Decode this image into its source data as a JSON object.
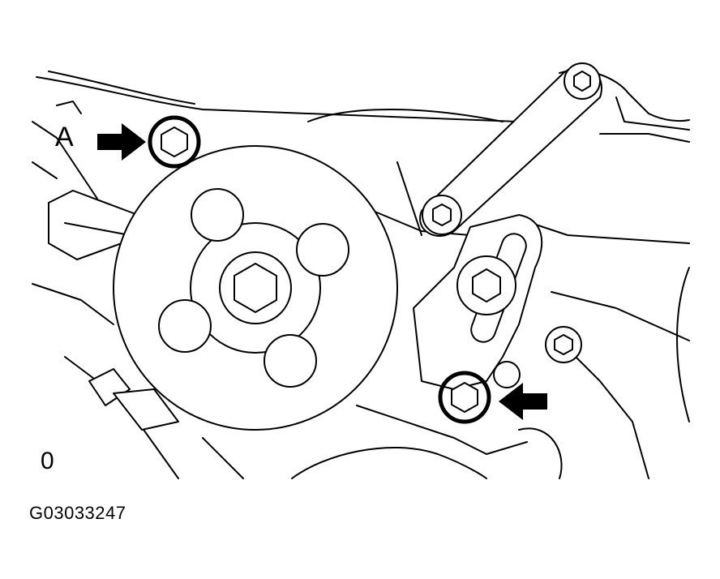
{
  "labels": {
    "callout_a": "A",
    "view_zero": "0",
    "figure_code": "G03033247"
  },
  "icons": {
    "arrow_upper": "arrow-right-icon",
    "arrow_lower": "arrow-left-icon"
  },
  "colors": {
    "line": "#000000",
    "background": "#ffffff"
  }
}
